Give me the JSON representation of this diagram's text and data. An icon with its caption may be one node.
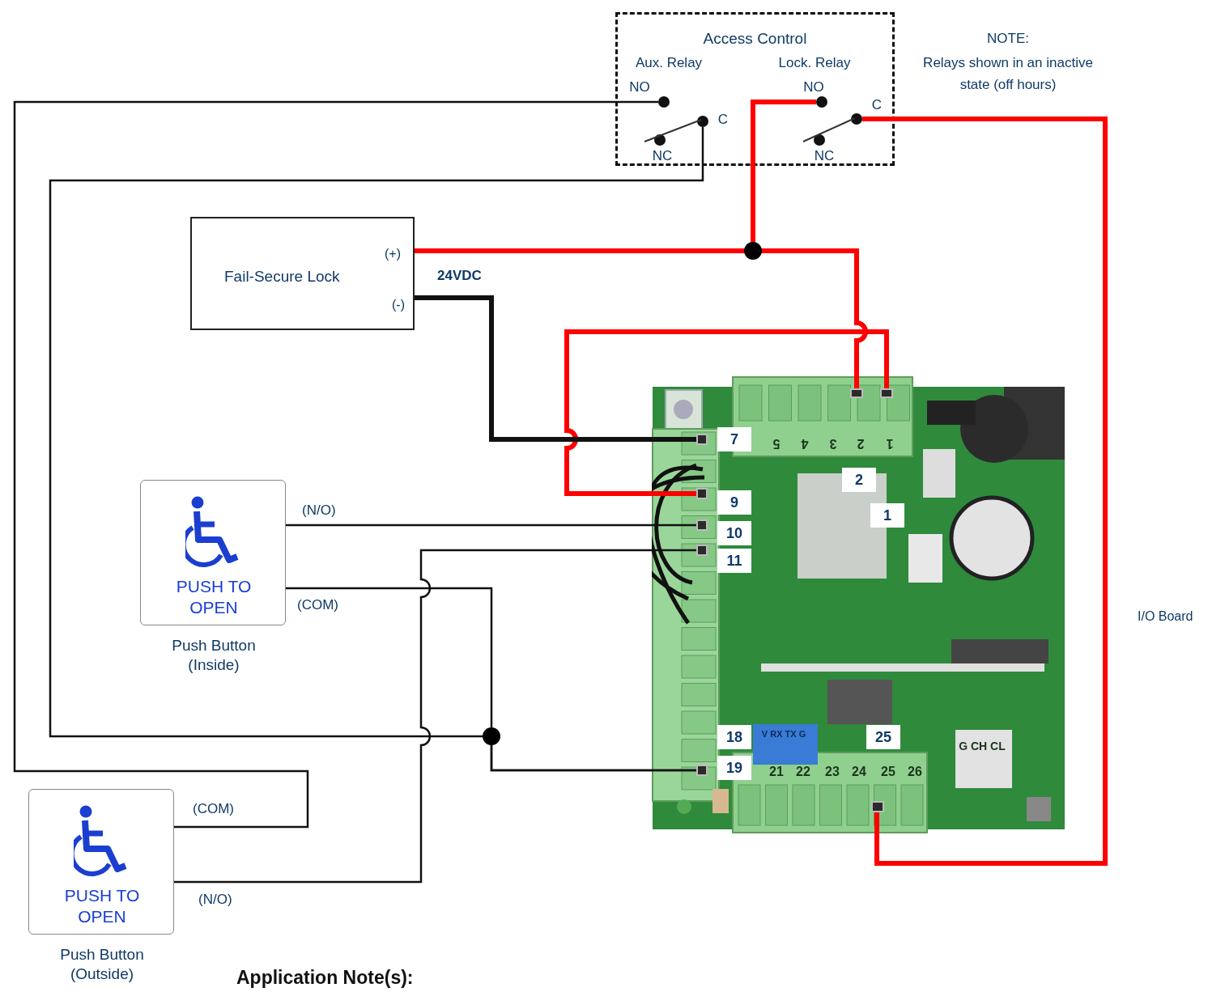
{
  "diagram": {
    "nodes": [
      {
        "text": [
          "Access Control"
        ]
      },
      {
        "text": [],
        "shape": "circle",
        "in": 0,
        "beside": [
          "NO"
        ]
      },
      {
        "text": [],
        "shape": "circle",
        "in": 0,
        "beside": [
          "C"
        ]
      },
      {
        "text": [],
        "shape": "circle",
        "in": 0,
        "beside": [
          "NC"
        ]
      },
      {
        "text": [],
        "shape": "circle",
        "in": 0,
        "beside": [
          "NO"
        ]
      },
      {
        "text": [],
        "shape": "circle",
        "in": 0,
        "beside": [
          "C"
        ]
      },
      {
        "text": [],
        "shape": "circle",
        "in": 0,
        "beside": [
          "NC"
        ]
      },
      {
        "text": [
          "Fail-Secure Lock",
          "(+)",
          "(-)"
        ]
      },
      {
        "text": [
          "PUSH TO OPEN"
        ],
        "beside": [
          "Push Button (Inside)"
        ]
      },
      {
        "text": [
          "PUSH TO OPEN"
        ],
        "beside": [
          "Push Button (Outside)"
        ]
      },
      {
        "text": [],
        "shape": "picture"
      },
      {
        "text": [],
        "shape": "box",
        "in": 10
      },
      {
        "text": [],
        "shape": "box",
        "in": 10
      },
      {
        "text": [],
        "shape": "box",
        "in": 10
      },
      {
        "text": [],
        "shape": "box",
        "in": 10
      },
      {
        "text": [],
        "shape": "box",
        "in": 10
      },
      {
        "text": [],
        "shape": "box",
        "in": 10
      },
      {
        "text": [],
        "shape": "box",
        "in": 10
      },
      {
        "text": [],
        "shape": "box",
        "in": 10
      }
    ],
    "edges": [
      {
        "from": 1,
        "to": 9,
        "arrow": "none",
        "label": "(COM)"
      },
      {
        "from": 2,
        "to": 17,
        "arrow": "none"
      },
      {
        "from": 8,
        "to": 17,
        "arrow": "none",
        "label": "(COM)"
      },
      {
        "from": 4,
        "to": 7,
        "arrow": "none",
        "style": "thick",
        "color": "#ff0000"
      },
      {
        "from": 4,
        "to": 11,
        "arrow": "none",
        "style": "thick",
        "color": "#ff0000"
      },
      {
        "from": 14,
        "to": 12,
        "arrow": "none",
        "style": "thick",
        "color": "#ff0000"
      },
      {
        "from": 5,
        "to": 18,
        "arrow": "none",
        "style": "thick",
        "color": "#ff0000"
      },
      {
        "from": 7,
        "to": 13,
        "arrow": "none",
        "style": "thick"
      },
      {
        "from": 8,
        "to": 15,
        "arrow": "none",
        "label": "(N/O)"
      },
      {
        "from": 9,
        "to": 16,
        "arrow": "none",
        "label": "(N/O)"
      }
    ],
    "labels": [
      "Aux. Relay",
      "Lock. Relay",
      "NOTE:",
      "Relays shown in an inactive state (off hours)",
      "24VDC",
      "7",
      "5",
      "4",
      "3",
      "2",
      "1",
      "2",
      "9",
      "1",
      "10",
      "11",
      "I/O Board",
      "V RX TX G",
      "18",
      "25",
      "G CH CL",
      "19",
      "21",
      "22",
      "23",
      "24",
      "25",
      "26",
      "Application Note(s):"
    ]
  }
}
